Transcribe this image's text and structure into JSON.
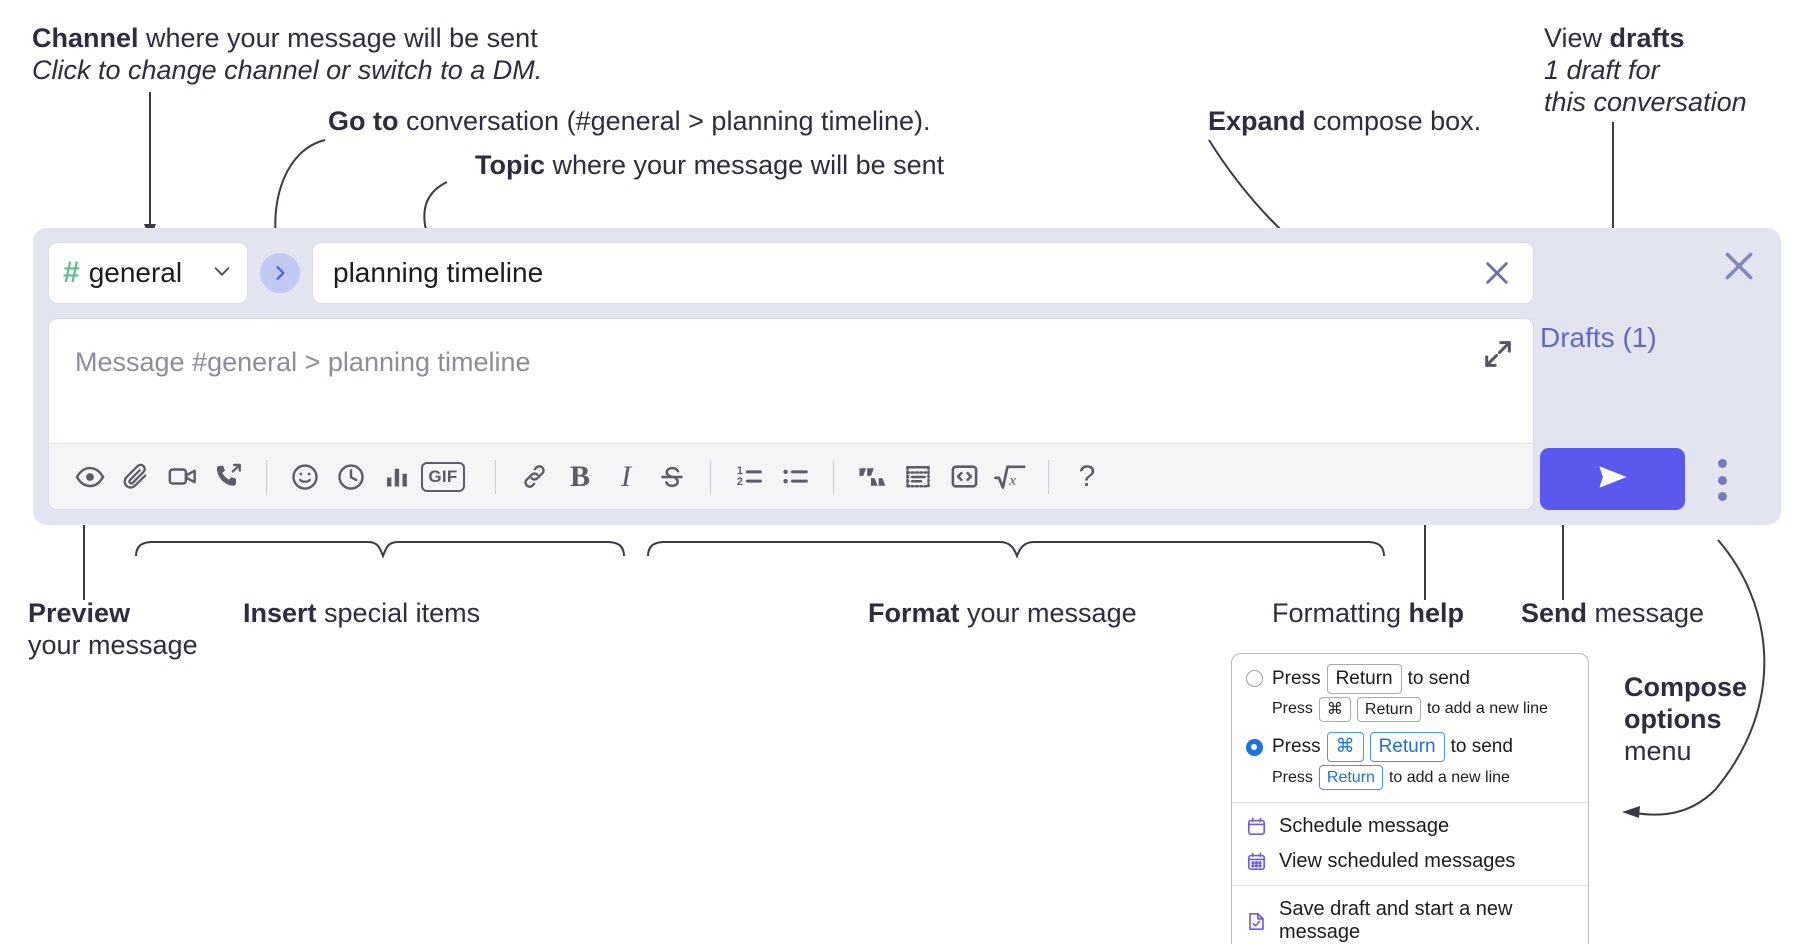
{
  "annotations": {
    "channel": {
      "bold": "Channel",
      "rest": " where your message will be sent",
      "italic": "Click to change channel or switch to a DM."
    },
    "goto": {
      "bold": "Go to",
      "rest": " conversation (#general > planning timeline)."
    },
    "topic": {
      "bold": "Topic",
      "rest": " where your message will be sent"
    },
    "expand": {
      "bold": "Expand",
      "rest": " compose box."
    },
    "drafts": {
      "lead": "View ",
      "bold": "drafts",
      "italic_line1": "1 draft for",
      "italic_line2": "this conversation"
    },
    "preview": {
      "bold": "Preview",
      "line2": "your message"
    },
    "insert": {
      "bold": "Insert",
      "rest": " special items"
    },
    "format": {
      "bold": "Format",
      "rest": " your message"
    },
    "formatting_help": {
      "lead": "Formatting ",
      "bold": "help"
    },
    "send": {
      "bold": "Send",
      "rest": " message"
    },
    "compose_options": {
      "bold_line1": "Compose",
      "bold_line2": "options",
      "line3": "menu"
    }
  },
  "compose": {
    "channel": {
      "hash": "#",
      "name": "general",
      "chevron": "chevron-down-icon"
    },
    "goto_label": "›",
    "topic": {
      "value": "planning timeline",
      "clear_icon": "close-icon"
    },
    "message": {
      "placeholder": "Message #general > planning timeline",
      "value": ""
    },
    "expand_icon": "expand-icon",
    "toolbar": [
      {
        "name": "preview-icon",
        "label": ""
      },
      {
        "name": "attachment-icon",
        "label": ""
      },
      {
        "name": "video-icon",
        "label": ""
      },
      {
        "name": "phone-forward-icon",
        "label": ""
      },
      {
        "name": "separator",
        "label": ""
      },
      {
        "name": "emoji-icon",
        "label": ""
      },
      {
        "name": "clock-icon",
        "label": ""
      },
      {
        "name": "poll-icon",
        "label": ""
      },
      {
        "name": "gif-icon",
        "label": "GIF"
      },
      {
        "name": "separator",
        "label": ""
      },
      {
        "name": "link-icon",
        "label": ""
      },
      {
        "name": "bold-icon",
        "label": "B"
      },
      {
        "name": "italic-icon",
        "label": "I"
      },
      {
        "name": "strikethrough-icon",
        "label": "S"
      },
      {
        "name": "separator",
        "label": ""
      },
      {
        "name": "ordered-list-icon",
        "label": ""
      },
      {
        "name": "bulleted-list-icon",
        "label": ""
      },
      {
        "name": "separator",
        "label": ""
      },
      {
        "name": "blockquote-icon",
        "label": "“„"
      },
      {
        "name": "code-block-icon",
        "label": ""
      },
      {
        "name": "code-icon",
        "label": "<>"
      },
      {
        "name": "latex-icon",
        "label": "√x"
      },
      {
        "name": "separator",
        "label": ""
      },
      {
        "name": "help-icon",
        "label": "?"
      }
    ],
    "rail": {
      "close_icon": "close-icon",
      "drafts_label": "Drafts (1)",
      "send_icon": "send-icon",
      "kebab_icon": "more-options-icon"
    }
  },
  "context_menu": {
    "options": [
      {
        "selected": false,
        "main_pre": "Press",
        "main_key": "Return",
        "main_post": "to send",
        "sub_pre": "Press",
        "sub_keys": [
          "⌘",
          "Return"
        ],
        "sub_post": "to add a new line"
      },
      {
        "selected": true,
        "main_pre": "Press",
        "main_keys": [
          "⌘",
          "Return"
        ],
        "main_post": "to send",
        "sub_pre": "Press",
        "sub_keys": [
          "Return"
        ],
        "sub_post": "to add a new line"
      }
    ],
    "items": [
      {
        "icon": "calendar-schedule-icon",
        "label": "Schedule message"
      },
      {
        "icon": "calendar-grid-icon",
        "label": "View scheduled messages"
      },
      {
        "icon": "save-draft-icon",
        "label": "Save draft and start a new message"
      }
    ]
  },
  "colors": {
    "accent_send": "#5a58ef",
    "compose_bg": "#e2e4f0",
    "hash_green": "#5bc08a",
    "drafts_purple": "#6567c4",
    "radio_blue": "#1b72e8",
    "menu_icon_purple": "#6b5ce7"
  }
}
